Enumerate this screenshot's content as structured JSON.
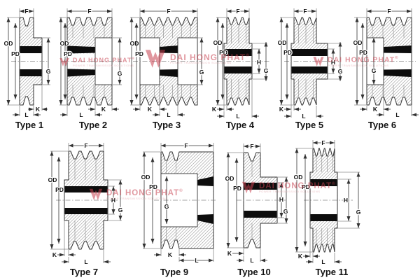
{
  "types": [
    {
      "id": "type-1",
      "name": "Type 1",
      "dims": [
        "F",
        "OD",
        "PD",
        "G",
        "K",
        "L"
      ]
    },
    {
      "id": "type-2",
      "name": "Type 2",
      "dims": [
        "F",
        "OD",
        "PD",
        "G",
        "K",
        "L"
      ]
    },
    {
      "id": "type-3",
      "name": "Type 3",
      "dims": [
        "F",
        "OD",
        "PD",
        "G",
        "K",
        "L"
      ]
    },
    {
      "id": "type-4",
      "name": "Type 4",
      "dims": [
        "F",
        "OD",
        "PD",
        "H",
        "G",
        "K",
        "L"
      ]
    },
    {
      "id": "type-5",
      "name": "Type 5",
      "dims": [
        "F",
        "OD",
        "PD",
        "H",
        "G",
        "K",
        "L"
      ]
    },
    {
      "id": "type-6",
      "name": "Type 6",
      "dims": [
        "F",
        "OD",
        "PD",
        "G",
        "K",
        "L"
      ]
    },
    {
      "id": "type-7",
      "name": "Type 7",
      "dims": [
        "F",
        "OD",
        "PD",
        "H",
        "G",
        "K",
        "L"
      ]
    },
    {
      "id": "type-9",
      "name": "Type 9",
      "dims": [
        "F",
        "OD",
        "PD",
        "G",
        "K",
        "L"
      ]
    },
    {
      "id": "type-10",
      "name": "Type 10",
      "dims": [
        "F",
        "OD",
        "PD",
        "H",
        "G",
        "K",
        "L"
      ]
    },
    {
      "id": "type-11",
      "name": "Type 11",
      "dims": [
        "F",
        "OD",
        "PD",
        "H",
        "G",
        "K",
        "L"
      ]
    }
  ],
  "watermark": {
    "brand": "DAI HONG PHAT",
    "registered": "®",
    "tagline": "POWER TRANSMISSION SOLUTIONS",
    "color": "#c8414f"
  },
  "colors": {
    "background": "#ffffff",
    "line": "#333333",
    "band": "#0d0d0d",
    "hatch": "#8f8f8f",
    "watermark": "#c8414f"
  }
}
